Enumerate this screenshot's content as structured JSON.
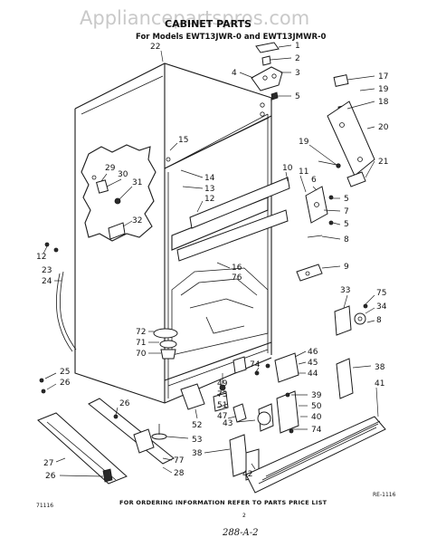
{
  "watermark": "Appliancepartspros.com",
  "header": {
    "title": "CABINET PARTS",
    "subtitle": "For Models EWT13JWR-0 and EWT13JMWR-0"
  },
  "callouts": {
    "c1": "1",
    "c2": "2",
    "c3": "3",
    "c4": "4",
    "c5a": "5",
    "c22": "22",
    "c15": "15",
    "c17": "17",
    "c19a": "19",
    "c18": "18",
    "c20": "20",
    "c19b": "19",
    "c21": "21",
    "c29": "29",
    "c30": "30",
    "c31": "31",
    "c32": "32",
    "c14": "14",
    "c13": "13",
    "c12a": "12",
    "c10": "10",
    "c11": "11",
    "c6": "6",
    "c5b": "5",
    "c7": "7",
    "c5c": "5",
    "c8a": "8",
    "c12b": "12",
    "c23": "23",
    "c24": "24",
    "c16": "16",
    "c76": "76",
    "c9": "9",
    "c33": "33",
    "c75": "75",
    "c34": "34",
    "c8b": "8",
    "c72": "72",
    "c71": "71",
    "c70": "70",
    "c46": "46",
    "c45": "45",
    "c44": "44",
    "c25": "25",
    "c26a": "26",
    "c49": "49",
    "c73": "73",
    "c51": "51",
    "c47": "47",
    "c74a": "74",
    "c38a": "38",
    "c41": "41",
    "c26b": "26",
    "c39": "39",
    "c50": "50",
    "c40": "40",
    "c52": "52",
    "c43": "43",
    "c74b": "74",
    "c53": "53",
    "c38b": "38",
    "c27": "27",
    "c77": "77",
    "c28": "28",
    "c26c": "26",
    "c42": "42"
  },
  "plate_code": "RE-1116",
  "footer": {
    "code_left": "71116",
    "page_number": "2",
    "note": "FOR ORDERING INFORMATION REFER TO PARTS PRICE LIST",
    "handwritten": "288-A-2"
  }
}
